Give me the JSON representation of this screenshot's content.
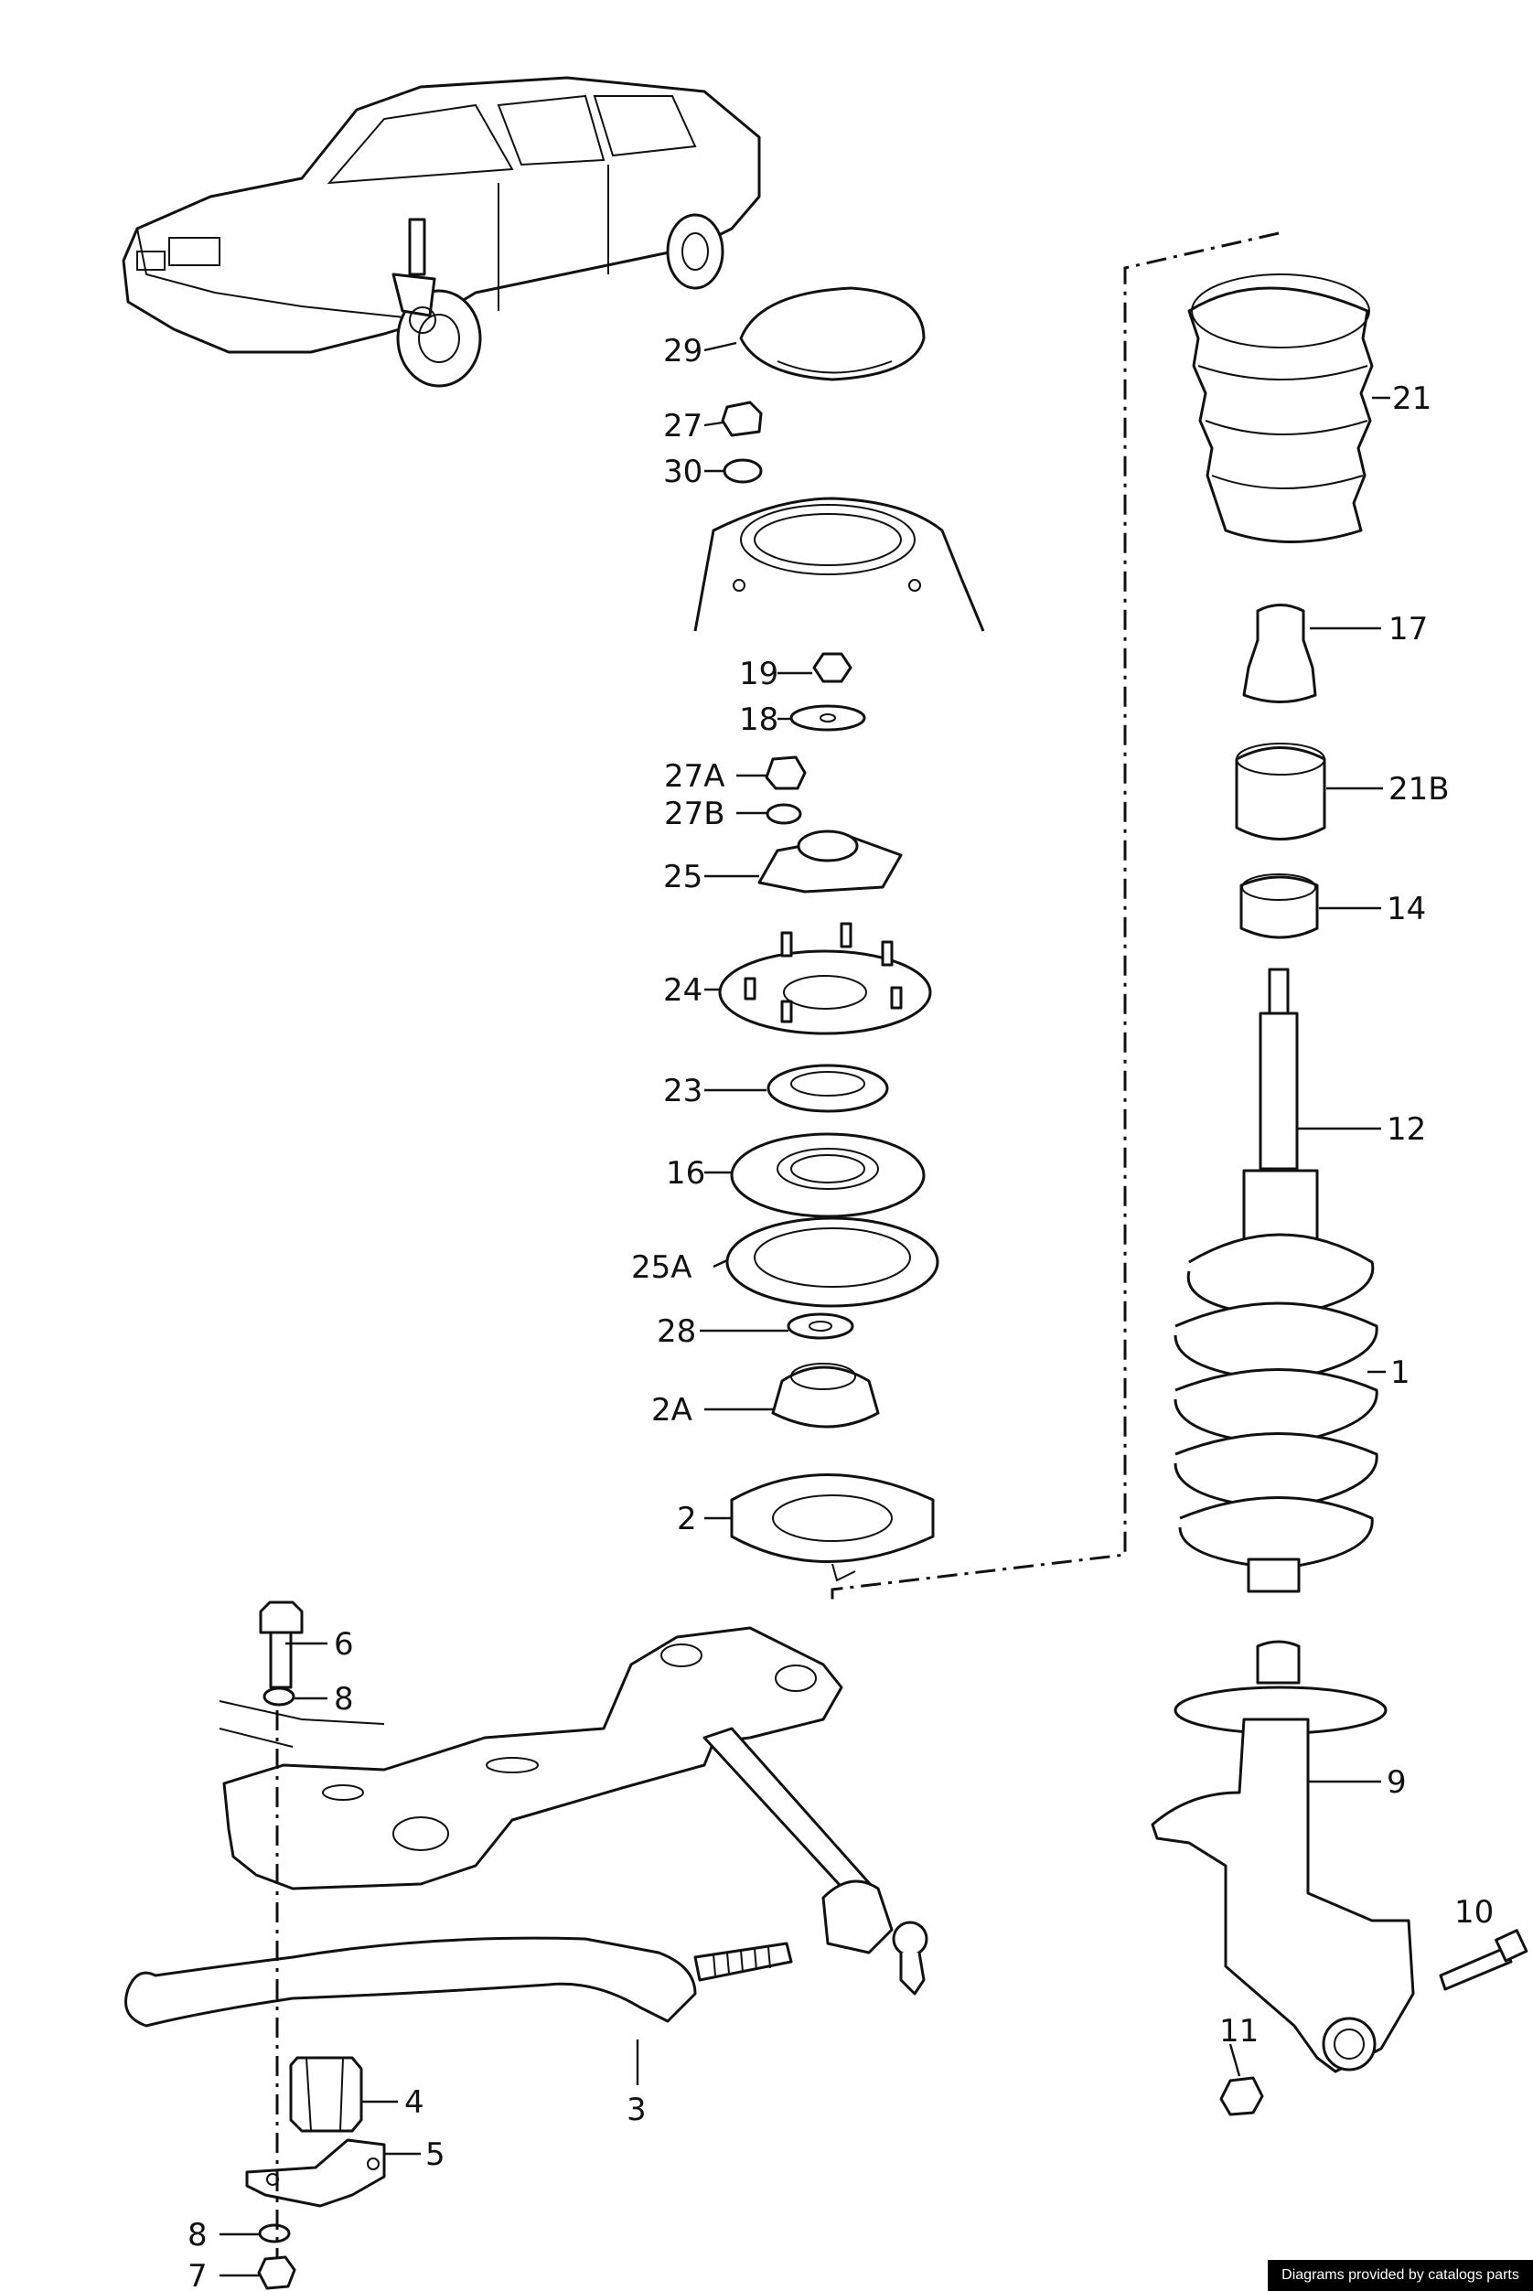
{
  "diagram": {
    "parts": [
      {
        "id": "29",
        "label": "29"
      },
      {
        "id": "27",
        "label": "27"
      },
      {
        "id": "30",
        "label": "30"
      },
      {
        "id": "19",
        "label": "19"
      },
      {
        "id": "18",
        "label": "18"
      },
      {
        "id": "27A",
        "label": "27A"
      },
      {
        "id": "27B",
        "label": "27B"
      },
      {
        "id": "25",
        "label": "25"
      },
      {
        "id": "24",
        "label": "24"
      },
      {
        "id": "23",
        "label": "23"
      },
      {
        "id": "16",
        "label": "16"
      },
      {
        "id": "25A",
        "label": "25A"
      },
      {
        "id": "28",
        "label": "28"
      },
      {
        "id": "2A",
        "label": "2A"
      },
      {
        "id": "2",
        "label": "2"
      },
      {
        "id": "21",
        "label": "21"
      },
      {
        "id": "17",
        "label": "17"
      },
      {
        "id": "21B",
        "label": "21B"
      },
      {
        "id": "14",
        "label": "14"
      },
      {
        "id": "12",
        "label": "12"
      },
      {
        "id": "1",
        "label": "1"
      },
      {
        "id": "9",
        "label": "9"
      },
      {
        "id": "10",
        "label": "10"
      },
      {
        "id": "11",
        "label": "11"
      },
      {
        "id": "6",
        "label": "6"
      },
      {
        "id": "8a",
        "label": "8"
      },
      {
        "id": "4",
        "label": "4"
      },
      {
        "id": "5",
        "label": "5"
      },
      {
        "id": "3",
        "label": "3"
      },
      {
        "id": "8b",
        "label": "8"
      },
      {
        "id": "7",
        "label": "7"
      }
    ]
  },
  "footer": {
    "credit": "Diagrams provided by catalogs parts"
  }
}
